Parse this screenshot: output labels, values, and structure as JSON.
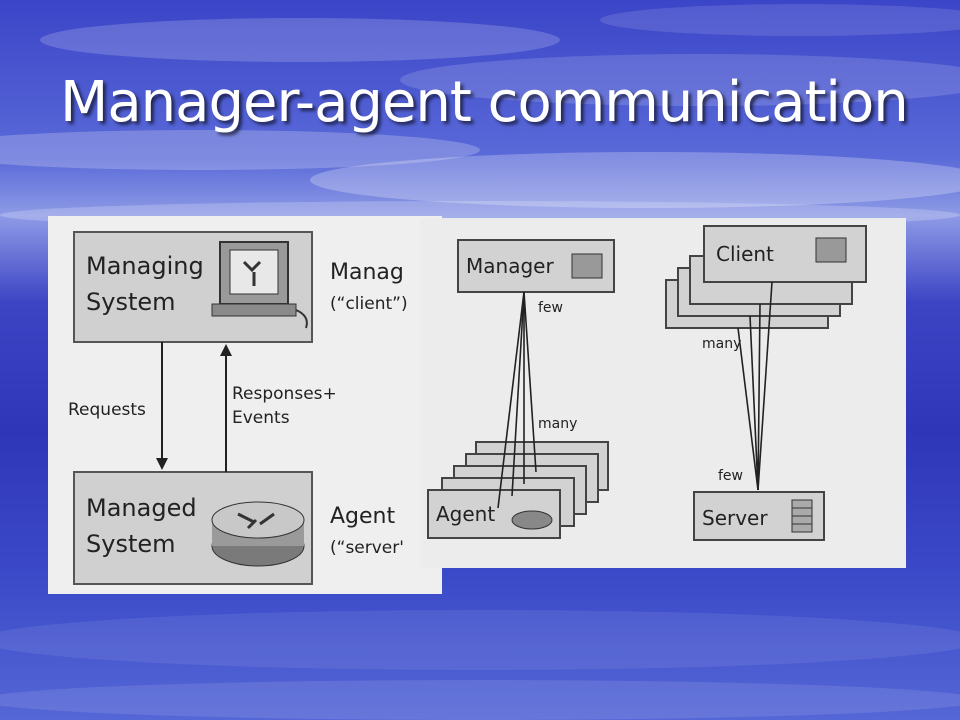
{
  "slide": {
    "title": "Manager-agent communication"
  },
  "left_diagram": {
    "managing_system": "Managing\nSystem",
    "managing_system_line1": "Managing",
    "managing_system_line2": "System",
    "manager_role": "Manag",
    "manager_role_sub": "(“client”)",
    "requests": "Requests",
    "responses_line1": "Responses+",
    "responses_line2": "Events",
    "managed_system_line1": "Managed",
    "managed_system_line2": "System",
    "agent_role": "Agent",
    "agent_role_sub": "(“server'"
  },
  "right_diagram": {
    "manager": "Manager",
    "manager_side_count": "few",
    "agent_side_count": "many",
    "agent": "Agent",
    "client": "Client",
    "client_side_count": "many",
    "server_side_count": "few",
    "server": "Server"
  },
  "colors": {
    "title": "#ffffff",
    "box_fill": "#d4d4d4",
    "panel": "#efefef"
  }
}
